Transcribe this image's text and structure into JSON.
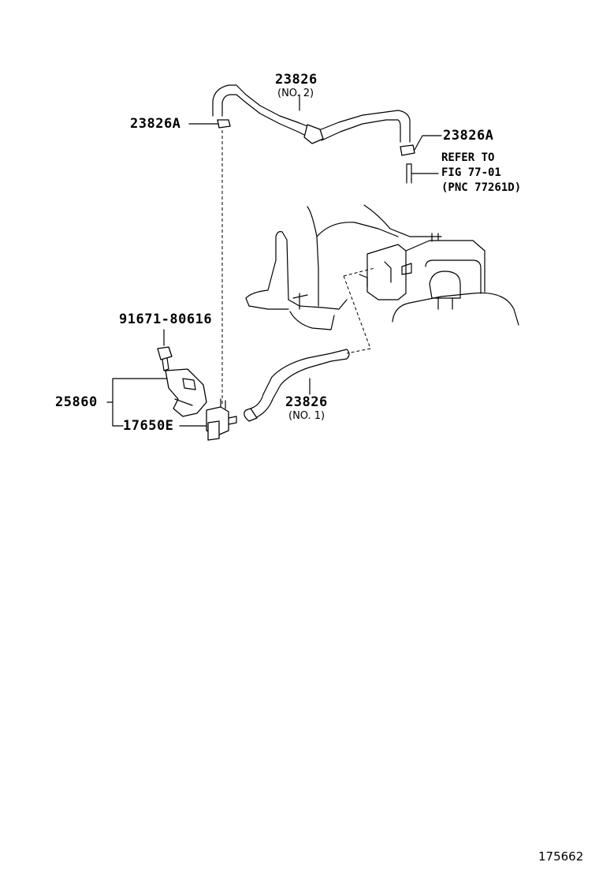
{
  "labels": {
    "hose_no2_part": "23826",
    "hose_no2_sub": "(NO. 2)",
    "clip_left": "23826A",
    "clip_right": "23826A",
    "refer_line1": "REFER TO",
    "refer_line2": "FIG 77-01",
    "refer_line3": "(PNC 77261D)",
    "bolt": "91671-80616",
    "bracket": "25860",
    "valve": "17650E",
    "hose_no1_part": "23826",
    "hose_no1_sub": "(NO. 1)",
    "figure_number": "175662"
  }
}
